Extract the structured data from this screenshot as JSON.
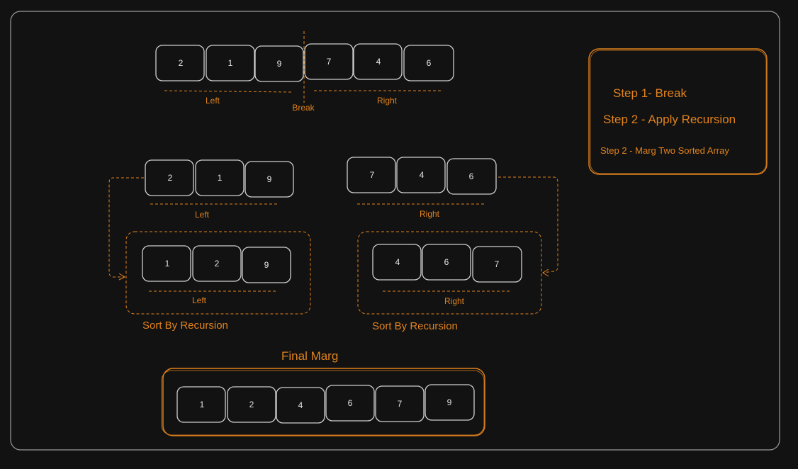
{
  "top": {
    "cells": [
      "2",
      "1",
      "9",
      "7",
      "4",
      "6"
    ],
    "left_label": "Left",
    "right_label": "Right",
    "break_label": "Break"
  },
  "left_split": {
    "cells": [
      "2",
      "1",
      "9"
    ],
    "label": "Left"
  },
  "right_split": {
    "cells": [
      "7",
      "4",
      "6"
    ],
    "label": "Right"
  },
  "left_sorted": {
    "cells": [
      "1",
      "2",
      "9"
    ],
    "label": "Left",
    "caption": "Sort By Recursion"
  },
  "right_sorted": {
    "cells": [
      "4",
      "6",
      "7"
    ],
    "label": "Right",
    "caption": "Sort By Recursion"
  },
  "final": {
    "title": "Final Marg",
    "cells": [
      "1",
      "2",
      "4",
      "6",
      "7",
      "9"
    ]
  },
  "steps": {
    "step1": "Step 1-   Break",
    "step2": "Step 2 -  Apply Recursion",
    "step3": "Step 2 -  Marg Two Sorted Array"
  },
  "colors": {
    "accent": "#e0821d",
    "cell_border": "#cfcfcf",
    "frame": "#9a9a9a",
    "background": "#121212"
  }
}
